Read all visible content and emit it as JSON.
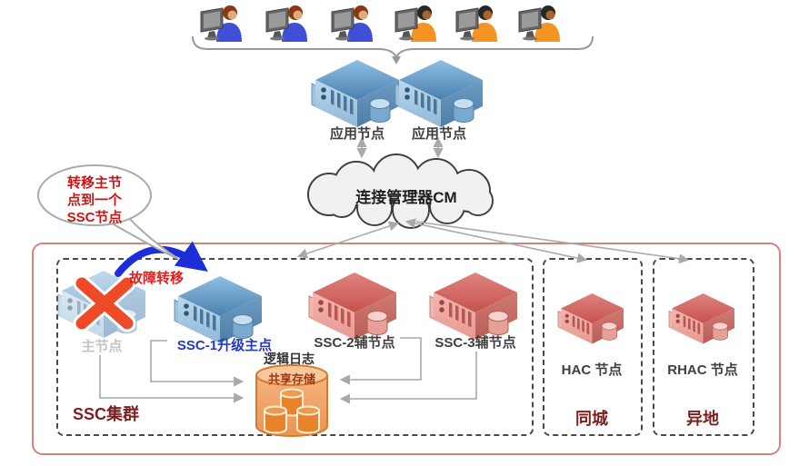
{
  "users": {
    "count": 6,
    "icon": "user-at-computer-icon"
  },
  "app_nodes": {
    "labels": [
      "应用节点",
      "应用节点"
    ]
  },
  "cloud": {
    "label": "连接管理器CM"
  },
  "speech_bubble": {
    "line1": "转移主节",
    "line2": "点到一个",
    "line3": "SSC节点"
  },
  "failover": {
    "label": "故障转移"
  },
  "ssc_cluster": {
    "title": "SSC集群",
    "master_label": "主节点",
    "ssc1_label": "SSC-1升级主点",
    "ssc2_label": "SSC-2辅节点",
    "ssc3_label": "SSC-3辅节点",
    "log_label": "逻辑日志",
    "storage_label": "共享存储"
  },
  "same_city": {
    "title": "同城",
    "node_label": "HAC 节点"
  },
  "remote": {
    "title": "异地",
    "node_label": "RHAC 节点"
  },
  "colors": {
    "outer_box_border": "#d4837b",
    "dashed_box_border": "#4a4a4a",
    "failover_arrow": "#1b2ed8",
    "failover_text": "#e01e1e",
    "bubble_text": "#cc1515",
    "ssc1_label": "#2238c8",
    "region_label": "#7e1f1f",
    "storage_orange": "#e8832c",
    "connector_gray": "#a9a9a9",
    "blue_server": "#5b8db8",
    "red_server": "#d97a74"
  }
}
